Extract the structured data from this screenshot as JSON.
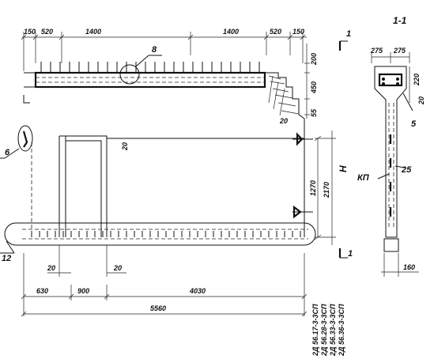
{
  "section_label": "1-1",
  "section_marker": "1",
  "top_dims": [
    "150",
    "520",
    "1400",
    "1400",
    "520",
    "150"
  ],
  "right_dims": [
    "200",
    "450",
    "55"
  ],
  "bottom_dims": [
    "630",
    "900",
    "4030"
  ],
  "total_length": "5560",
  "height_dims": [
    "1270",
    "2170"
  ],
  "height_symbol": "H",
  "small_dims": [
    "20",
    "20",
    "20",
    "20"
  ],
  "callouts": {
    "c8": "8",
    "c6": "6",
    "c12": "12",
    "c5": "5",
    "c25": "25",
    "kp": "КП"
  },
  "section_dims": {
    "top_left": "275",
    "top_right": "275",
    "side": "220",
    "side_small": "20",
    "bottom": "160"
  },
  "marks": [
    "2Д 56.17-3-3СП",
    "2Д 56.28-3-3СП",
    "2Д 56.33-3-3СП",
    "2Д 56.36-3-3СП"
  ]
}
